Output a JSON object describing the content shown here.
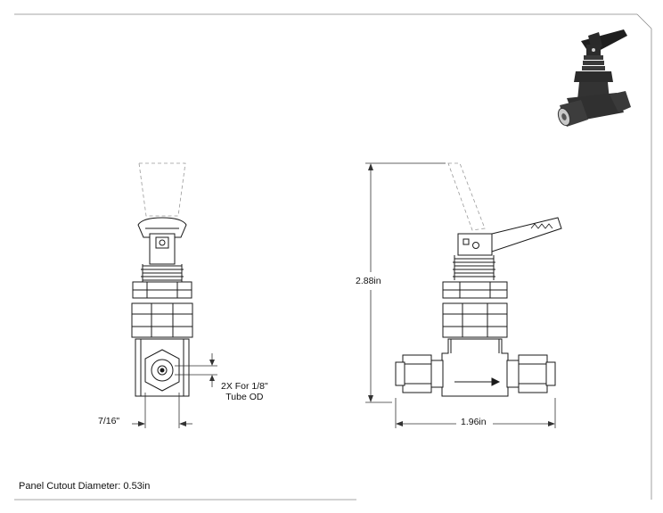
{
  "dimensions": {
    "overall_height": "2.88in",
    "overall_width": "1.96in",
    "port_width": "7/16\"",
    "port_note_line1": "2X For 1/8\"",
    "port_note_line2": "Tube OD"
  },
  "notes": {
    "panel_cutout": "Panel Cutout Diameter: 0.53in"
  },
  "colors": {
    "line": "#1a1a1a",
    "hidden_line": "#9a9a9a",
    "dimension_line": "#333333",
    "iso_body": "#3a3a3a",
    "iso_handle": "#1e1e1e",
    "iso_fitting": "#c8c8c8"
  }
}
